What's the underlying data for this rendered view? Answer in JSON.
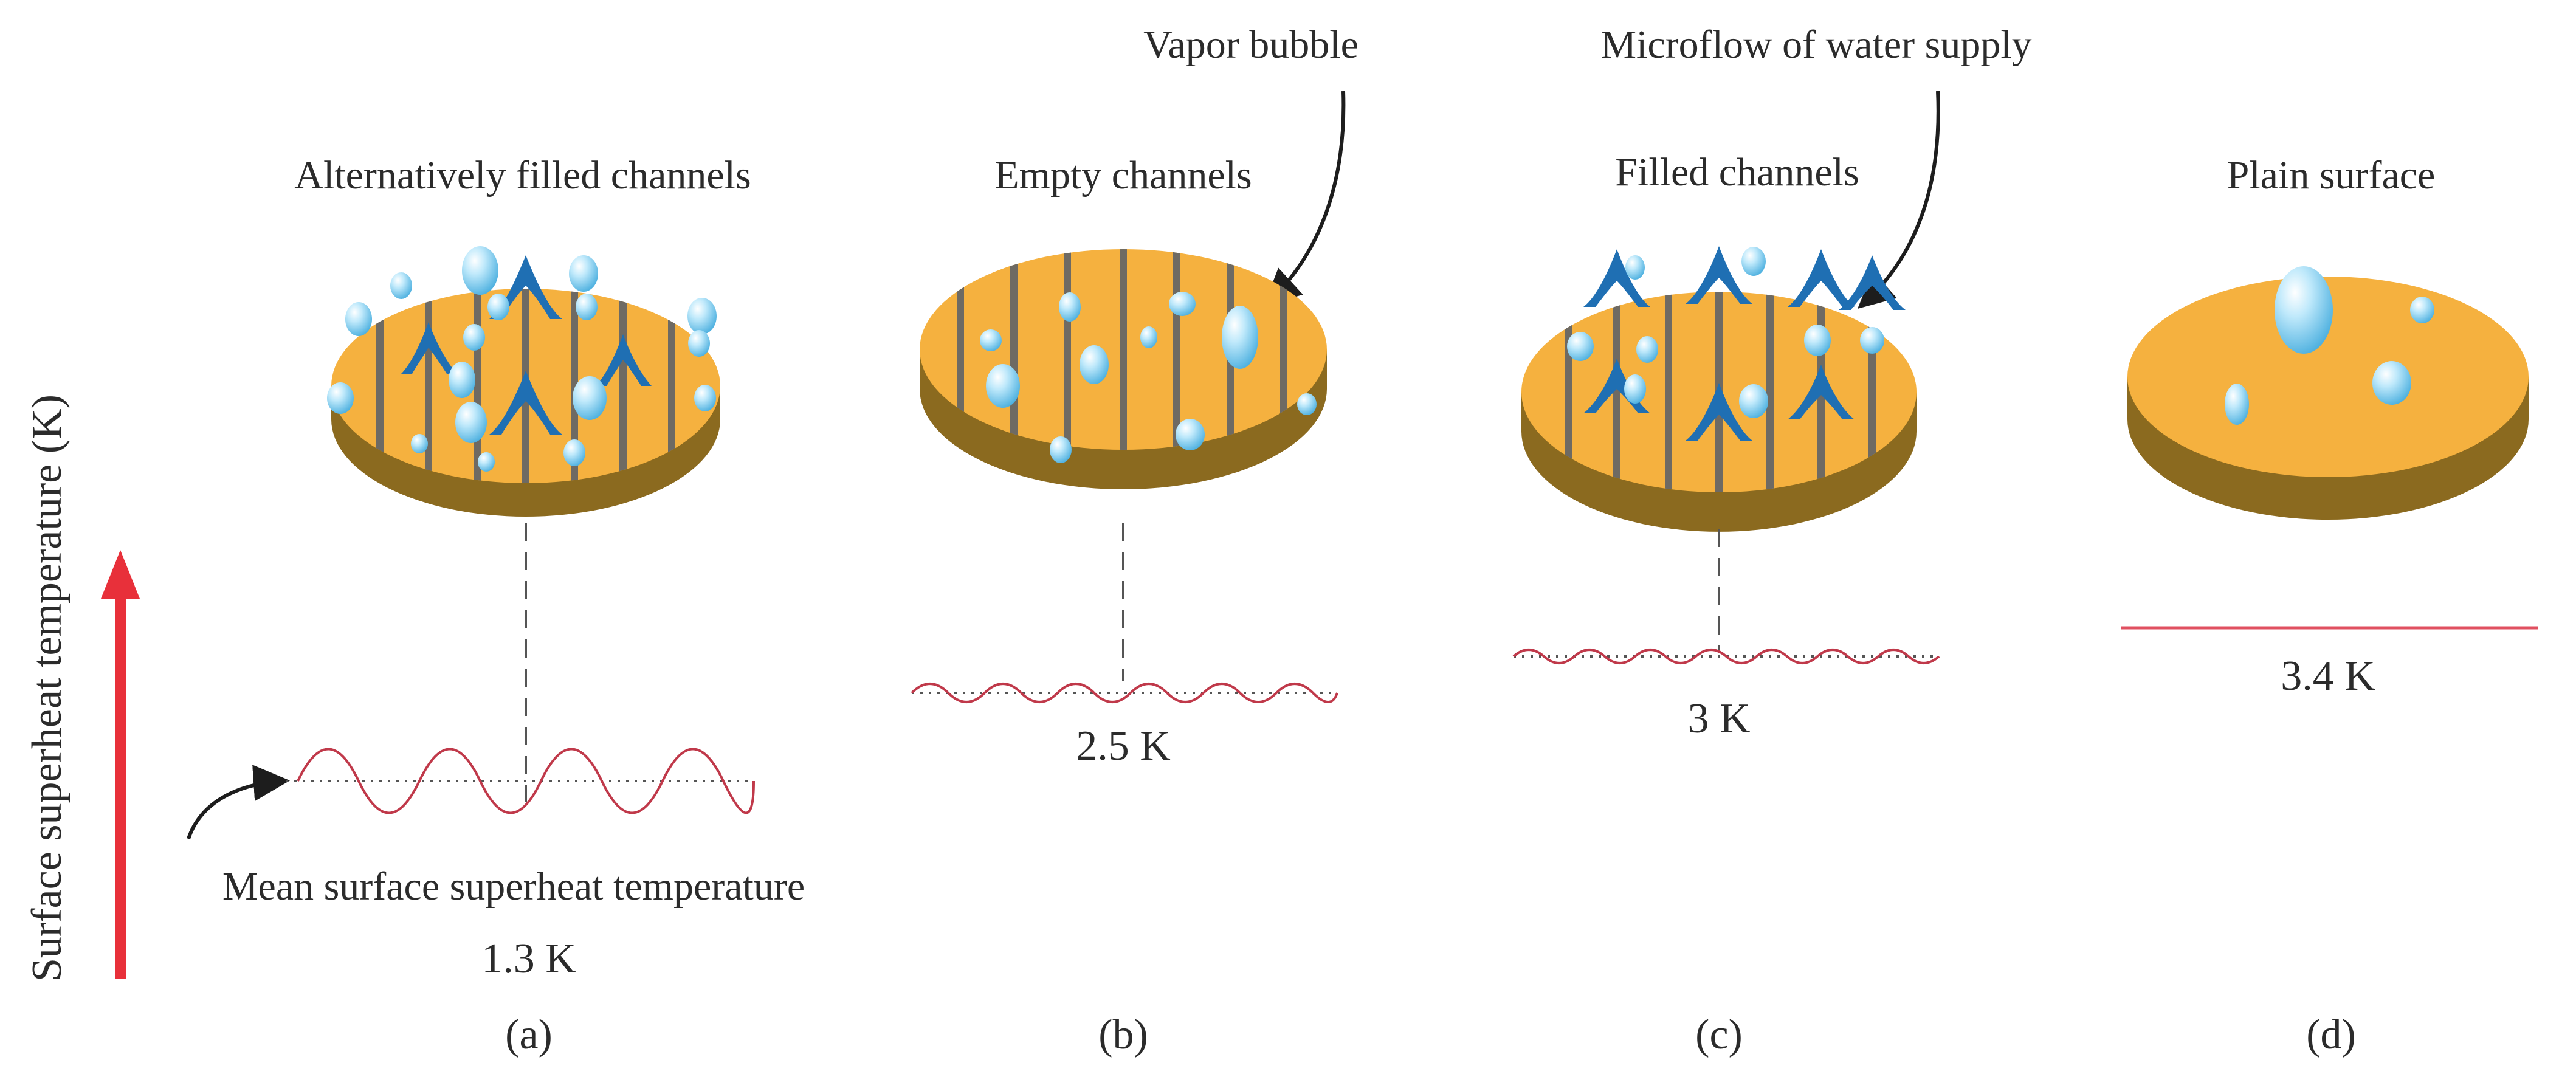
{
  "axis": {
    "label": "Surface superheat temperature (K)",
    "arrow_color": "#e8303a"
  },
  "colors": {
    "surface_top": "#f5b13f",
    "surface_side": "#8b6a1f",
    "channel": "#6e6a63",
    "bubble": "#7fd3f2",
    "microflow": "#1f6fb3",
    "wave": "#c0394a"
  },
  "annotations": {
    "vapor_bubble": "Vapor bubble",
    "microflow": "Microflow of water supply",
    "mean_temp": "Mean surface superheat temperature"
  },
  "panels": [
    {
      "id": "a",
      "title": "Alternatively filled  channels",
      "value": "1.3 K",
      "caption": "(a)"
    },
    {
      "id": "b",
      "title": "Empty channels",
      "value": "2.5 K",
      "caption": "(b)"
    },
    {
      "id": "c",
      "title": "Filled channels",
      "value": "3 K",
      "caption": "(c)"
    },
    {
      "id": "d",
      "title": "Plain surface",
      "value": "3.4 K",
      "caption": "(d)"
    }
  ]
}
